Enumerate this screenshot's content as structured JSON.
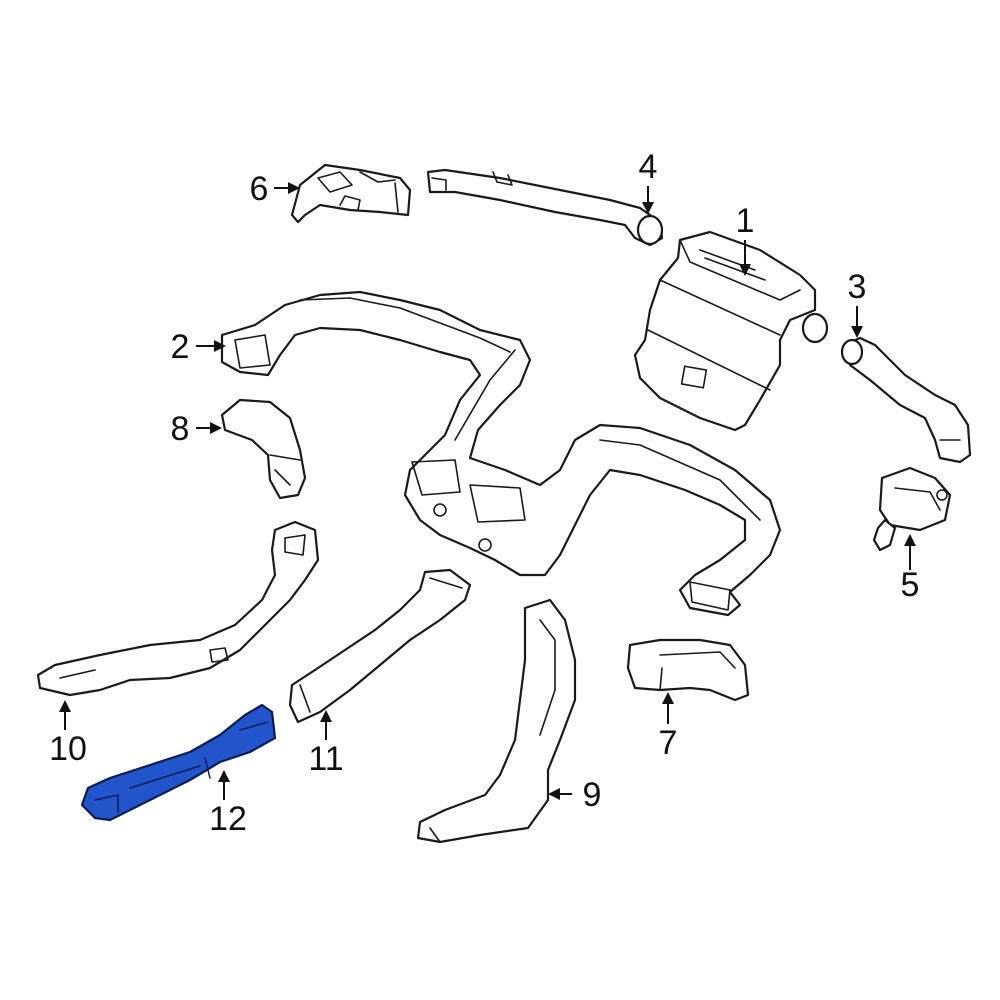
{
  "diagram": {
    "highlight_color": "#2255cc",
    "highlighted_part": "12",
    "callouts": [
      {
        "id": "1",
        "label": "1"
      },
      {
        "id": "2",
        "label": "2"
      },
      {
        "id": "3",
        "label": "3"
      },
      {
        "id": "4",
        "label": "4"
      },
      {
        "id": "5",
        "label": "5"
      },
      {
        "id": "6",
        "label": "6"
      },
      {
        "id": "7",
        "label": "7"
      },
      {
        "id": "8",
        "label": "8"
      },
      {
        "id": "9",
        "label": "9"
      },
      {
        "id": "10",
        "label": "10"
      },
      {
        "id": "11",
        "label": "11"
      },
      {
        "id": "12",
        "label": "12"
      }
    ]
  }
}
